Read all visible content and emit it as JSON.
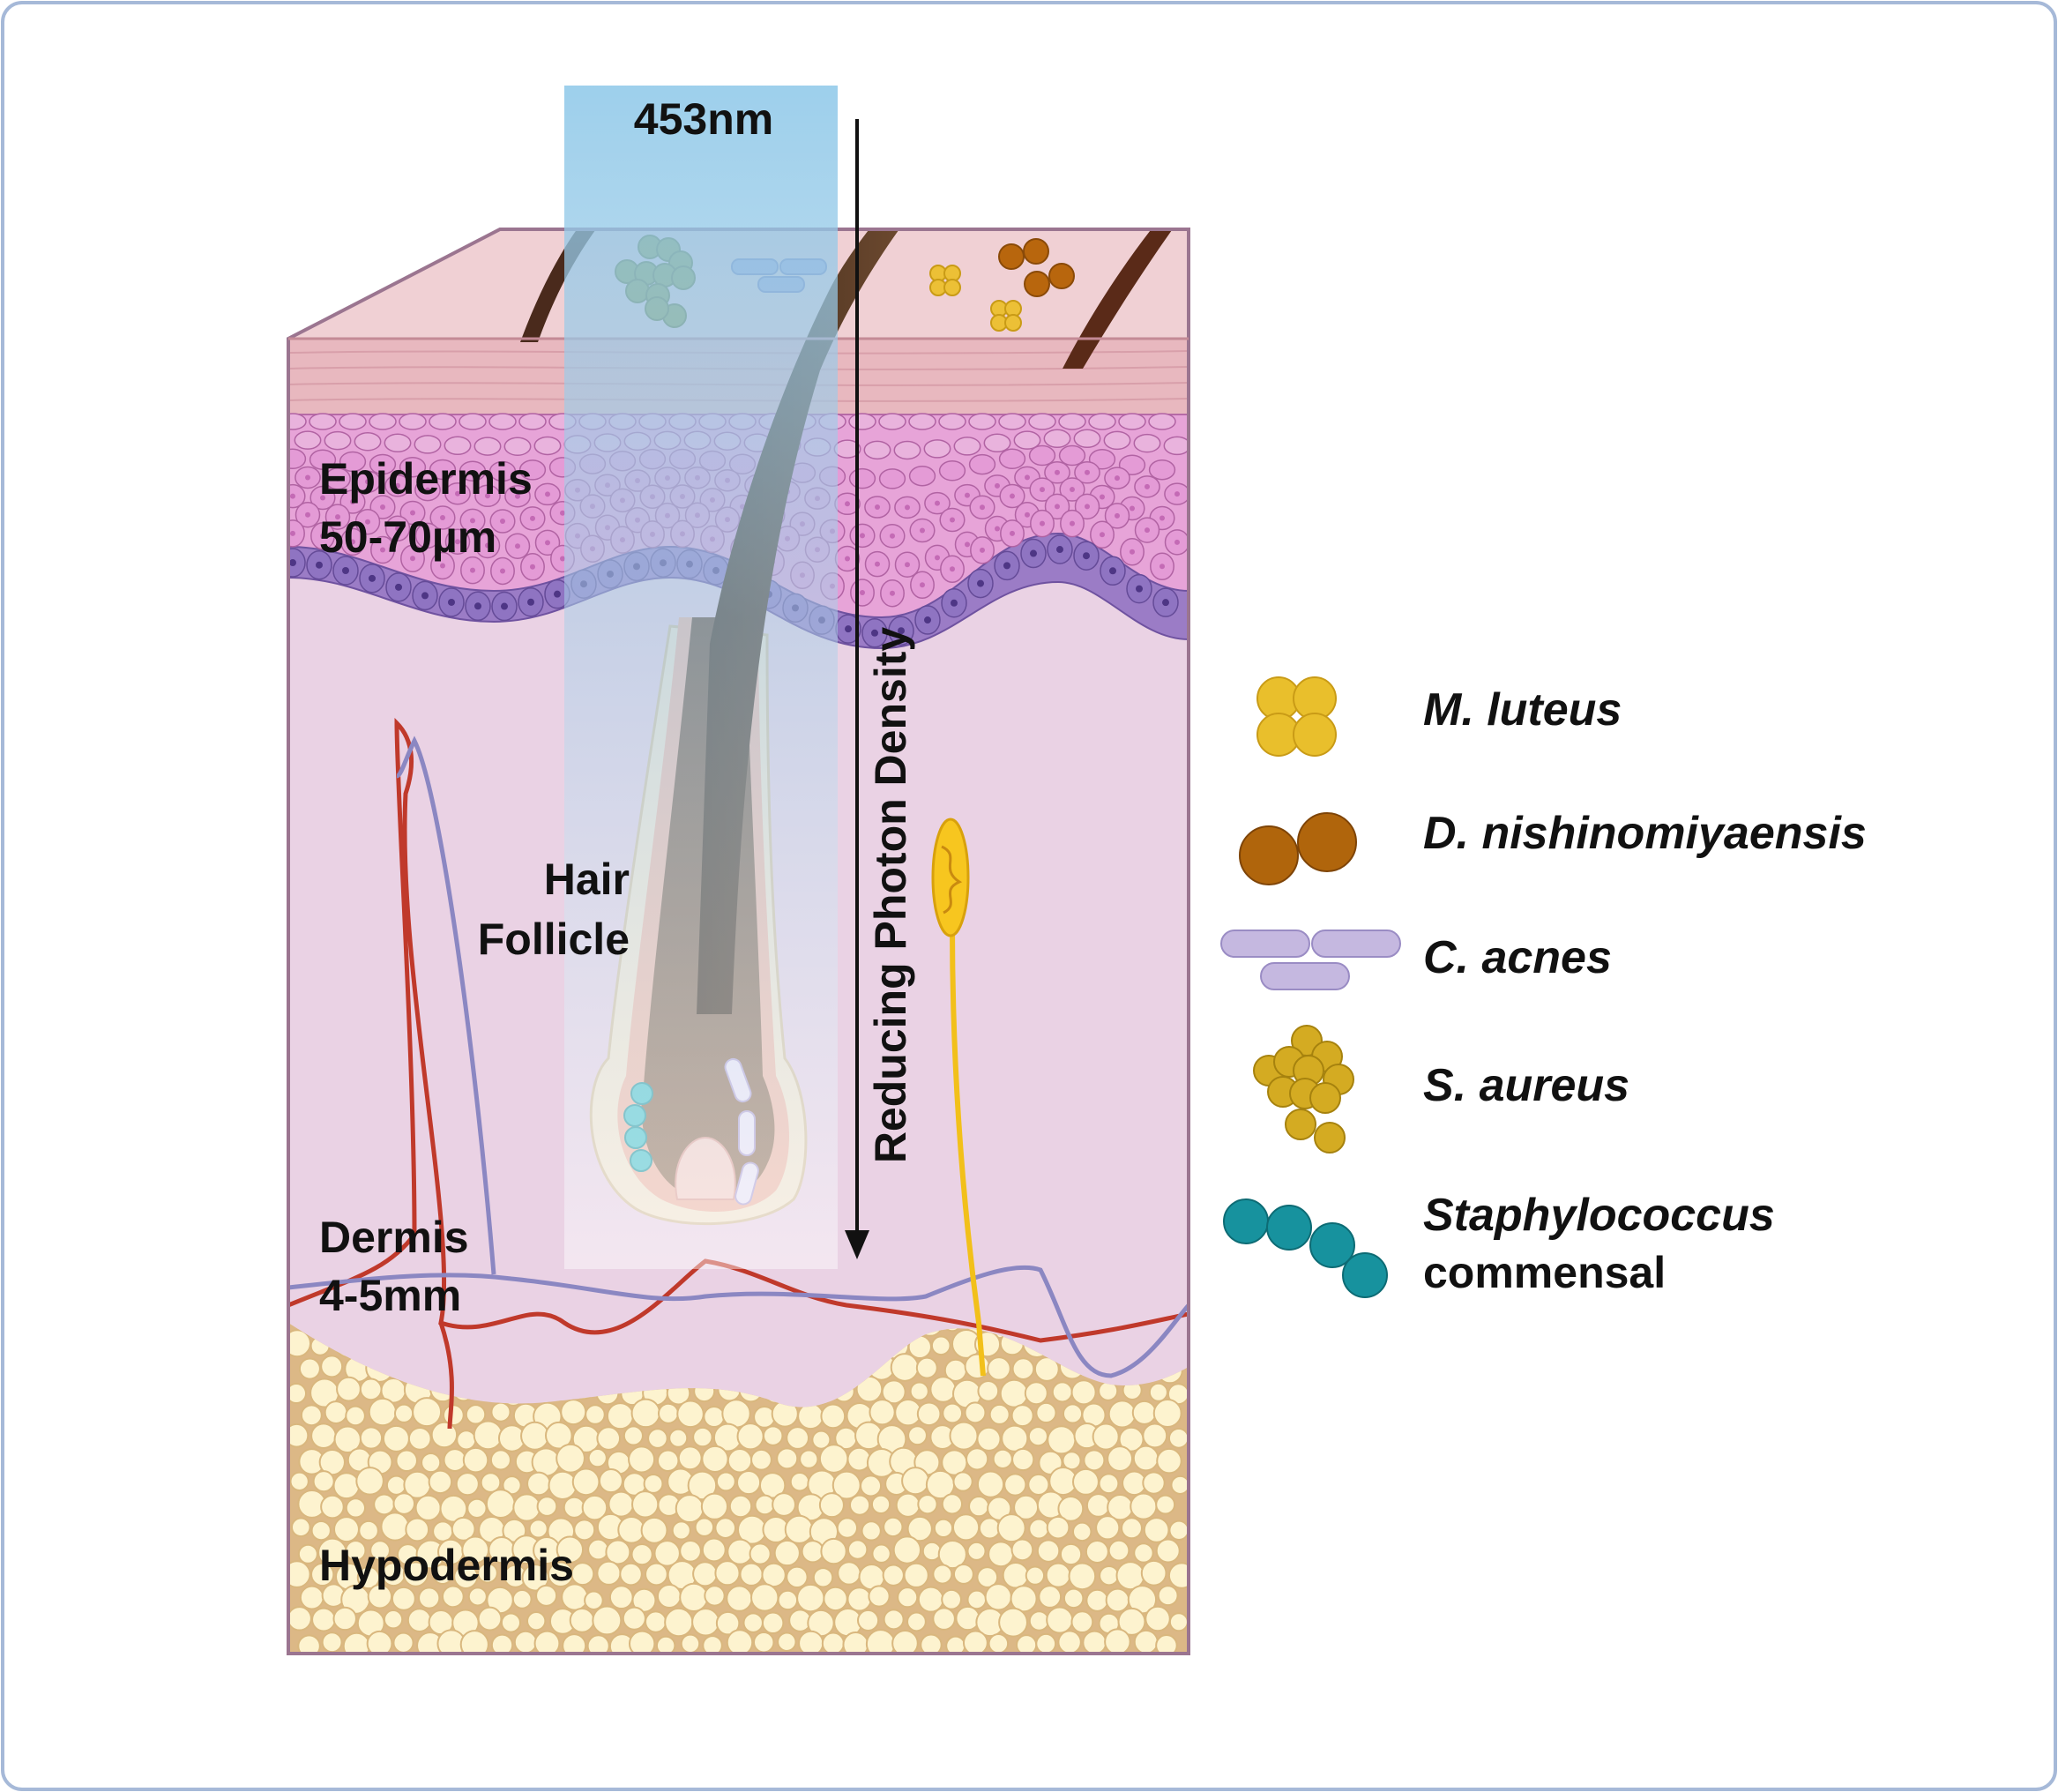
{
  "diagram": {
    "wavelength_label": "453nm",
    "arrow_label": "Reducing Photon Density",
    "layers": {
      "epidermis_name": "Epidermis",
      "epidermis_depth": "50-70µm",
      "dermis_name": "Dermis",
      "dermis_depth": "4-5mm",
      "hypodermis_name": "Hypodermis"
    },
    "follicle_line1": "Hair",
    "follicle_line2": "Follicle"
  },
  "legend": {
    "items": [
      {
        "label": "M. luteus",
        "icon": "m-luteus-icon",
        "color": "#e9bf2c"
      },
      {
        "label": "D. nishinomiyaensis",
        "icon": "d-nishinomiyaensis-icon",
        "color": "#b0650c"
      },
      {
        "label": "C. acnes",
        "icon": "c-acnes-icon",
        "color": "#c5b8e0"
      },
      {
        "label": "S. aureus",
        "icon": "s-aureus-icon",
        "color": "#d4ab22"
      },
      {
        "label": "Staphylococcus",
        "label2": "commensal",
        "icon": "staphylococcus-commensal-icon",
        "color": "#17929e"
      }
    ]
  }
}
